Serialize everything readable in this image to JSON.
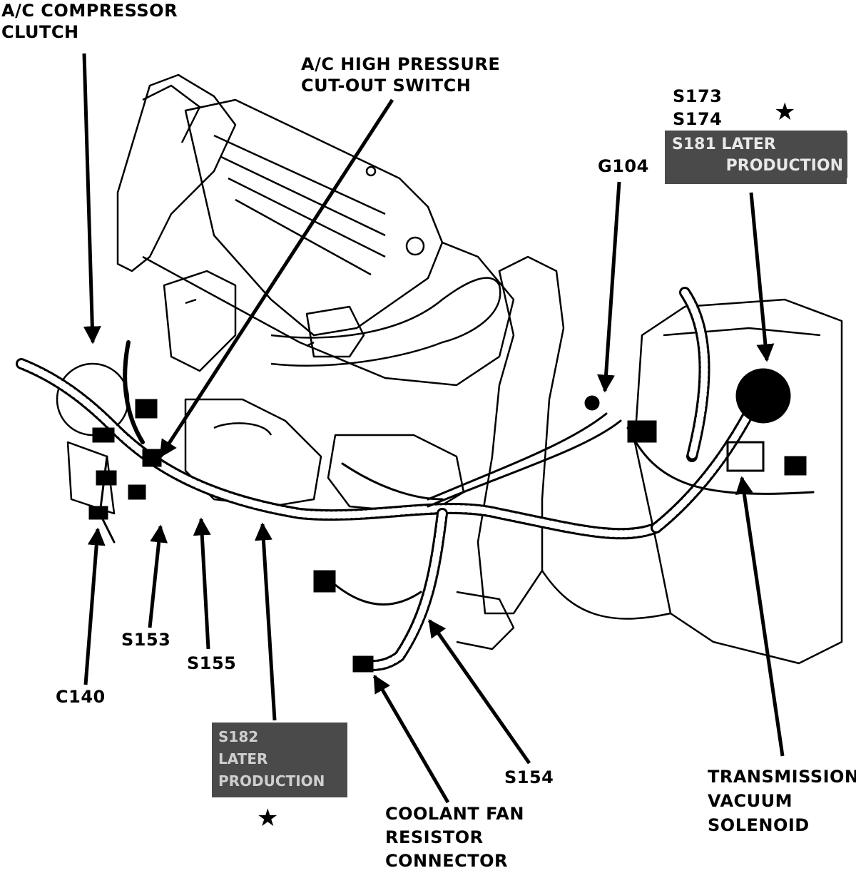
{
  "labels": {
    "ac_compressor_clutch": [
      "A/C COMPRESSOR",
      "CLUTCH"
    ],
    "ac_high_pressure": [
      "A/C HIGH PRESSURE",
      "CUT-OUT SWITCH"
    ],
    "s173": "S173",
    "s174": "S174",
    "s181_later_production": [
      "S181 LATER",
      "PRODUCTION"
    ],
    "g104": "G104",
    "c140": "C140",
    "s153": "S153",
    "s155": "S155",
    "s154": "S154",
    "coolant_fan_resistor": [
      "COOLANT FAN",
      "RESISTOR",
      "CONNECTOR"
    ],
    "transmission_vacuum_solenoid": [
      "TRANSMISSION",
      "VACUUM",
      "SOLENOID"
    ],
    "boxed_bottom": [
      "S182",
      "LATER",
      "PRODUCTION"
    ],
    "star": "★"
  },
  "colors": {
    "ink": "#000000",
    "label_box": "#4a4a4a",
    "paper": "#ffffff"
  }
}
